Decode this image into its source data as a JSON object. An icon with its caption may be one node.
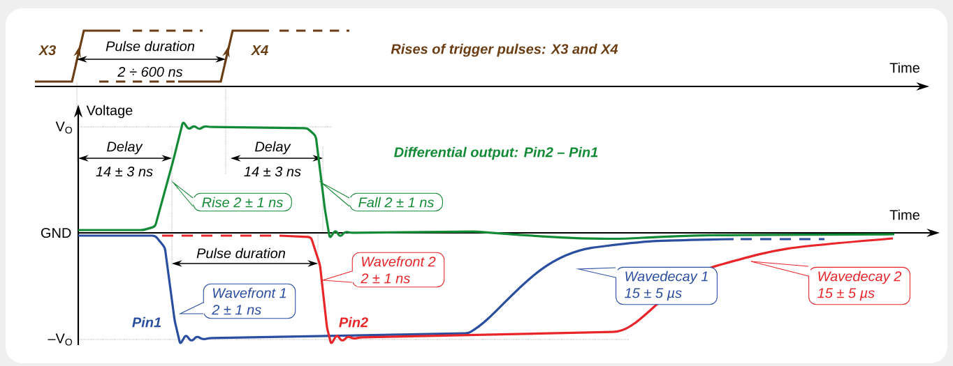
{
  "diagram": {
    "nodes": [
      {
        "text": [
          "Rise 2 ± 1 ns"
        ]
      },
      {
        "text": [
          "Fall 2 ± 1 ns"
        ]
      },
      {
        "text": [
          "Wavefront 2",
          "2 ± 1 ns"
        ]
      },
      {
        "text": [
          "Wavefront 1",
          "2 ± 1 ns"
        ]
      },
      {
        "text": [
          "Wavedecay 1",
          "15 ± 5 µs"
        ]
      },
      {
        "text": [
          "Wavedecay 2",
          "15 ± 5 µs"
        ]
      }
    ],
    "labels": [
      "X3",
      "Pulse duration",
      "2 ÷ 600 ns",
      "X4",
      "Rises of trigger  pulses: X3 and X4",
      "Time",
      "Voltage",
      "V$_{O}$",
      "Delay",
      "14 ± 3 ns",
      "Delay",
      "14 ± 3 ns",
      "Differential output:  Pin2 – Pin1",
      "Time",
      "GND",
      "Pulse duration",
      "Pin1",
      "Pin2",
      "–V$_{O}$"
    ]
  }
}
